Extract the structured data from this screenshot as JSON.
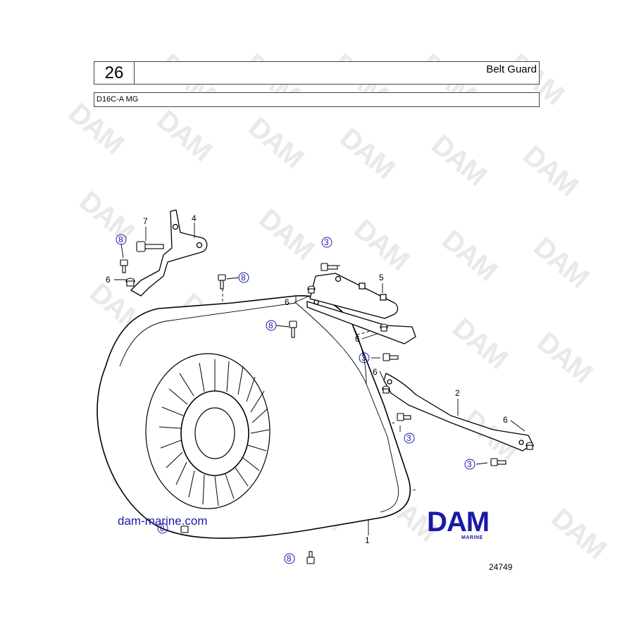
{
  "header": {
    "page_number": "26",
    "title": "Belt Guard",
    "model": "D16C-A MG"
  },
  "watermark_text": "DAM",
  "callouts": [
    {
      "id": "1",
      "circled": false
    },
    {
      "id": "2",
      "circled": false
    },
    {
      "id": "3",
      "circled": true
    },
    {
      "id": "4",
      "circled": false
    },
    {
      "id": "5",
      "circled": false
    },
    {
      "id": "6",
      "circled": false
    },
    {
      "id": "7",
      "circled": false
    },
    {
      "id": "8",
      "circled": true
    }
  ],
  "footer": {
    "website": "dam-marine.com",
    "logo_text": "DAM",
    "logo_subtext": "MARINE",
    "figure_number": "24749"
  },
  "colors": {
    "callout_blue": "#1a1aa6",
    "watermark_gray": "#e9e9e9",
    "line": "#000000"
  }
}
